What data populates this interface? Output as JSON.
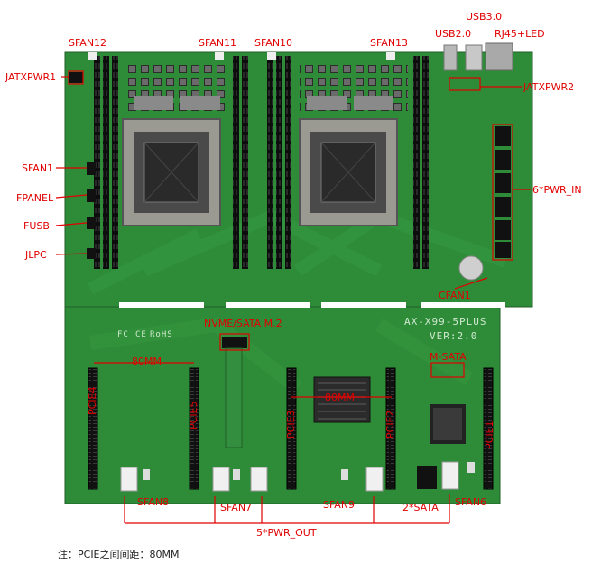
{
  "board": {
    "model_silk": "AX-X99-5PLUS",
    "version_silk": "VER:2.0",
    "cert_marks": [
      "FC",
      "CE",
      "RoHS"
    ]
  },
  "labels": {
    "sfan12": "SFAN12",
    "sfan11": "SFAN11",
    "sfan10": "SFAN10",
    "sfan13": "SFAN13",
    "usb30": "USB3.0",
    "usb20": "USB2.0",
    "rj45": "RJ45+LED",
    "jatxpwr1": "JATXPWR1",
    "jatxpwr2": "JATXPWR2",
    "sfan1": "SFAN1",
    "fpanel": "FPANEL",
    "fusb": "FUSB",
    "jlpc": "JLPC",
    "pwr_in": "6*PWR_IN",
    "cfan1": "CFAN1",
    "nvme": "NVME/SATA M.2",
    "msata": "M-SATA",
    "dist1": "80MM",
    "dist2": "80MM",
    "pcie4": "PCIE4",
    "pcie5": "PCIE5",
    "pcie3": "PCIE3",
    "pcie2": "PCIE2",
    "pcie1": "PCIE1",
    "sfan8": "SFAN8",
    "sfan7": "SFAN7",
    "sfan9": "SFAN9",
    "sata": "2*SATA",
    "sfan6": "SFAN6",
    "pwr_out": "5*PWR_OUT"
  },
  "note": "注：PCIE之间间距：80MM",
  "colors": {
    "label_red": "#e10000",
    "pcb_green": "#2f8f3a",
    "pcb_dark": "#1f6d2b",
    "slot_black": "#151515"
  }
}
